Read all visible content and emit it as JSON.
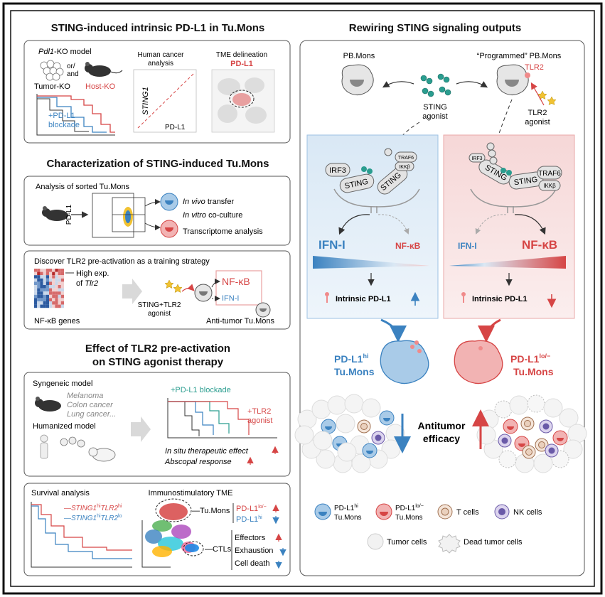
{
  "left": {
    "title1": "STING-induced intrinsic PD-L1 in Tu.Mons",
    "pdl1ko": {
      "gene": "Pdl1",
      "suffix": "-KO model",
      "or": "or/",
      "and": "and",
      "tumor_ko": "Tumor-KO",
      "host_ko": "Host-KO",
      "blockade1": "+PD-L1",
      "blockade2": "blockade"
    },
    "human": {
      "title1": "Human cancer",
      "title2": "analysis",
      "ylabel": "STING1",
      "xlabel": "PD-L1"
    },
    "tme": {
      "title": "TME delineation",
      "marker": "PD-L1"
    },
    "title2": "Characterization of STING-induced Tu.Mons",
    "sorted": {
      "title": "Analysis of sorted Tu.Mons",
      "axis": "PD-L1",
      "invivo_i": "In vivo",
      "invivo_r": " transfer",
      "invitro_i": "In vitro",
      "invitro_r": " co-culture",
      "transcriptome": "Transcriptome analysis"
    },
    "discover": {
      "title": "Discover TLR2 pre-activation as a training strategy",
      "high1": "High exp.",
      "high2_pre": "of ",
      "high2_gene": "Tlr2",
      "genes": "NF-κB genes",
      "agonist1": "STING+TLR2",
      "agonist2": "agonist",
      "nfkb": "NF-κB",
      "ifn": "IFN-I",
      "anti": "Anti-tumor Tu.Mons"
    },
    "title3a": "Effect of TLR2 pre-activation",
    "title3b": "on STING agonist therapy",
    "therapy": {
      "syngeneic": "Syngeneic model",
      "melanoma": "Melanoma",
      "colon": "Colon cancer",
      "lung": "Lung cancer...",
      "humanized": "Humanized model",
      "blockade": "+PD-L1 blockade",
      "tlr2a": "+TLR2",
      "tlr2b": "agonist",
      "insitu": "In situ therapeutic effect",
      "abscopal": "Abscopal response"
    },
    "survival": {
      "title": "Survival analysis",
      "s1": "STING1",
      "s1sup": "hi",
      "s1b": "TLR2",
      "s1bsup": "hi",
      "s2": "STING1",
      "s2sup": "hi",
      "s2b": "TLR2",
      "s2bsup": "lo"
    },
    "immuno": {
      "title": "Immunostimulatory TME",
      "tumons": "Tu.Mons",
      "pdl1lo": "PD-L1",
      "pdl1lo_sup": "lo/−",
      "pdl1hi": "PD-L1",
      "pdl1hi_sup": "hi",
      "ctls": "CTLs",
      "effectors": "Effectors",
      "exhaustion": "Exhaustion",
      "death": "Cell death"
    }
  },
  "right": {
    "title": "Rewiring STING signaling outputs",
    "pbmons": "PB.Mons",
    "programmed": "“Programmed” PB.Mons",
    "tlr2": "TLR2",
    "sting1": "STING",
    "sting2": "agonist",
    "tlr2ag1": "TLR2",
    "tlr2ag2": "agonist",
    "left_panel": {
      "irf3": "IRF3",
      "sting_a": "STING",
      "sting_b": "STING",
      "traf": "TRAF6",
      "ikk": "IKKβ",
      "ifn": "IFN-I",
      "nfkb": "NF-κB",
      "pdl1": "Intrinsic PD-L1"
    },
    "right_panel": {
      "irf3": "IRF3",
      "sting_a": "STING",
      "sting_b": "STING",
      "traf": "TRAF6",
      "ikk": "IKKβ",
      "ifn": "IFN-I",
      "nfkb": "NF-κB",
      "pdl1": "Intrinsic PD-L1"
    },
    "tumons_hi": {
      "a": "PD-L1",
      "sup": "hi",
      "b": "Tu.Mons"
    },
    "tumons_lo": {
      "a": "PD-L1",
      "sup": "lo/−",
      "b": "Tu.Mons"
    },
    "antitumor1": "Antitumor",
    "antitumor2": "efficacy",
    "legend": {
      "hi": "PD-L1",
      "hi_sup": "hi",
      "hi_b": "Tu.Mons",
      "lo": "PD-L1",
      "lo_sup": "lo/−",
      "lo_b": "Tu.Mons",
      "tcells": "T cells",
      "nk": "NK cells",
      "tumor": "Tumor cells",
      "dead": "Dead tumor cells"
    }
  },
  "colors": {
    "blue": "#3b82c0",
    "red": "#d64545",
    "green": "#2a9d8f",
    "lightblue": "#dceaf6",
    "lightred": "#f8dede"
  }
}
